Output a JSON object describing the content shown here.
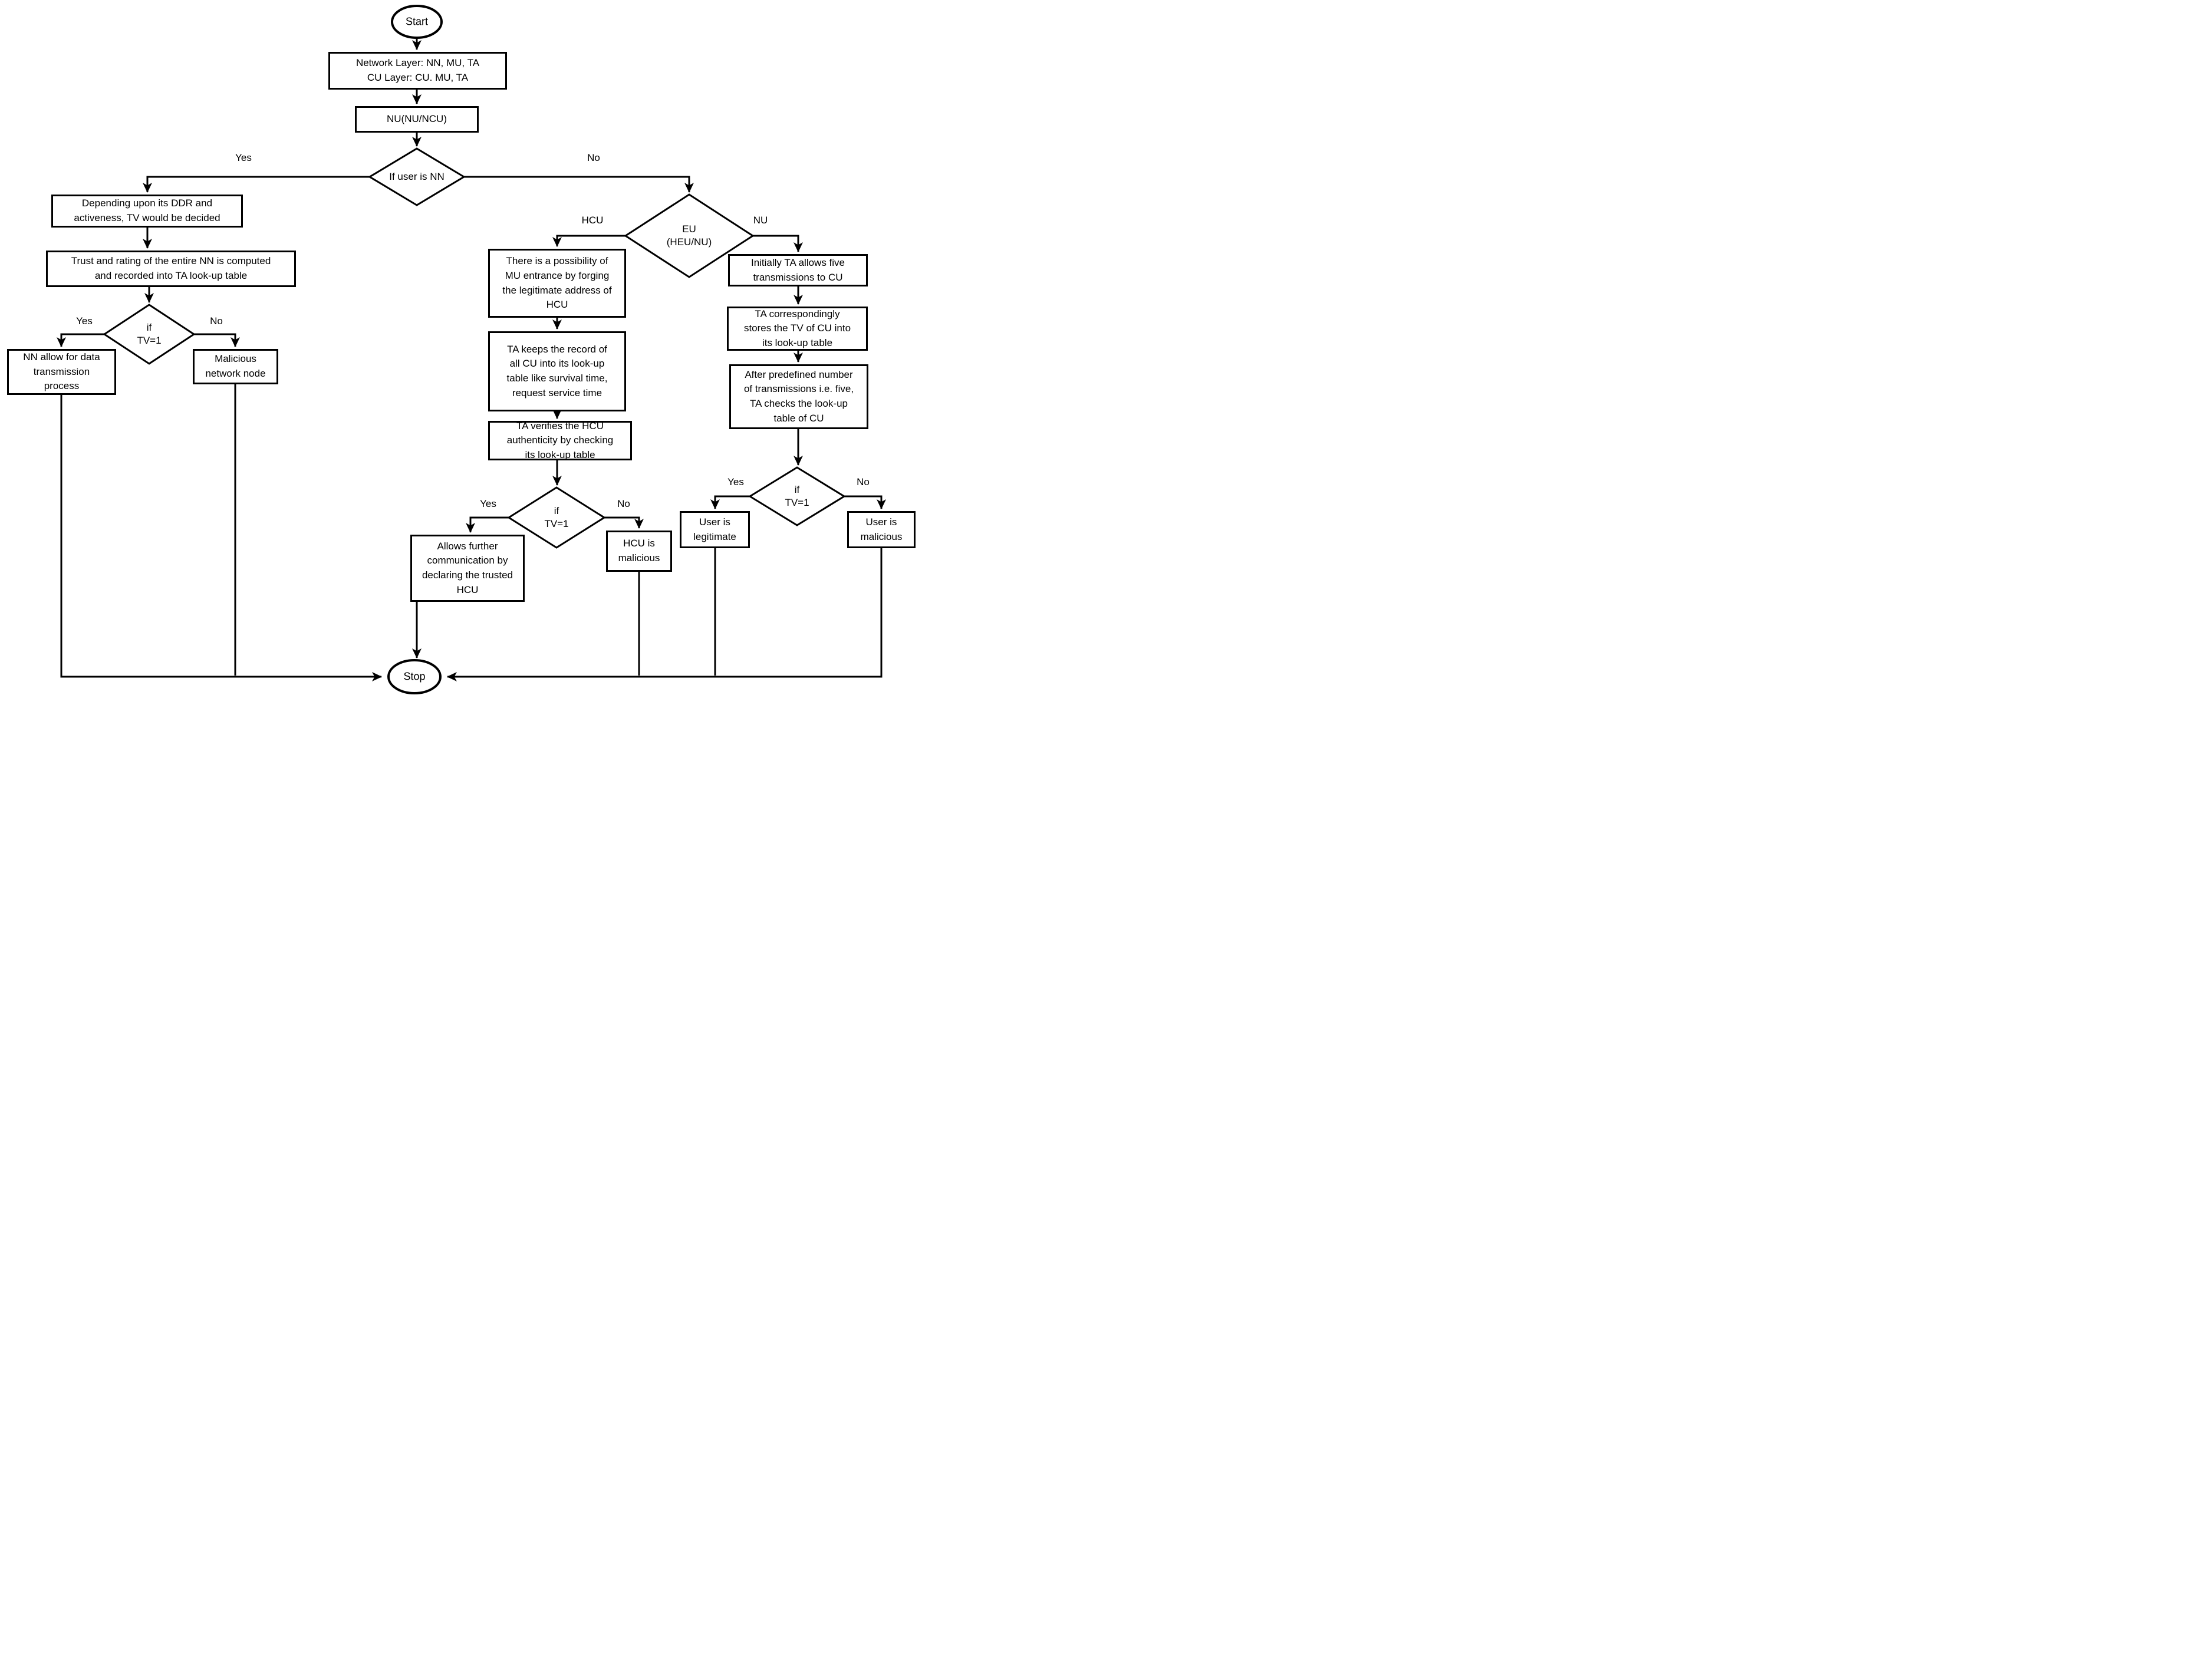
{
  "diagram": {
    "type": "flowchart",
    "colors": {
      "line": "#000000",
      "background": "#ffffff",
      "text": "#000000"
    },
    "nodes": {
      "start": "Start",
      "layers": "Network Layer: NN, MU, TA\nCU Layer: CU. MU, TA",
      "nu": "NU(NU/NCU)",
      "if_user_nn": "If user is NN",
      "depending": "Depending upon its DDR and\nactiveness, TV would be decided",
      "trust": "Trust and rating of the entire NN is computed\nand recorded into TA look-up table",
      "if_tv1_left": "if\nTV=1",
      "nn_allow": "NN allow for data\ntransmission\nprocess",
      "malicious_node": "Malicious\nnetwork node",
      "eu": "EU\n(HEU/NU)",
      "possibility": "There is a possibility of\nMU entrance by forging\nthe legitimate address of\nHCU",
      "ta_keeps": "TA keeps the record of\nall CU into its look-up\ntable like survival time,\nrequest service time",
      "ta_verifies": "TA verifies the HCU\nauthenticity by checking\nits look-up table",
      "if_tv1_mid": "if\nTV=1",
      "allows_further": "Allows further\ncommunication by\ndeclaring the trusted\nHCU",
      "hcu_malicious": "HCU is\nmalicious",
      "initially": "Initially TA allows five\ntransmissions to CU",
      "ta_stores": "TA correspondingly\nstores the TV of CU into\nits look-up table",
      "after_predefined": "After predefined number\nof transmissions i.e. five,\nTA checks the look-up\ntable of CU",
      "if_tv1_right": "if\nTV=1",
      "user_legitimate": "User is\nlegitimate",
      "user_malicious": "User is\nmalicious",
      "stop": "Stop"
    },
    "edge_labels": {
      "user_yes": "Yes",
      "user_no": "No",
      "left_yes": "Yes",
      "left_no": "No",
      "hcu": "HCU",
      "nu": "NU",
      "mid_yes": "Yes",
      "mid_no": "No",
      "right_yes": "Yes",
      "right_no": "No"
    },
    "edges": [
      {
        "from": "start",
        "to": "layers"
      },
      {
        "from": "layers",
        "to": "nu"
      },
      {
        "from": "nu",
        "to": "if_user_nn"
      },
      {
        "from": "if_user_nn",
        "to": "depending",
        "label": "Yes"
      },
      {
        "from": "depending",
        "to": "trust"
      },
      {
        "from": "trust",
        "to": "if_tv1_left"
      },
      {
        "from": "if_tv1_left",
        "to": "nn_allow",
        "label": "Yes"
      },
      {
        "from": "if_tv1_left",
        "to": "malicious_node",
        "label": "No"
      },
      {
        "from": "nn_allow",
        "to": "stop"
      },
      {
        "from": "malicious_node",
        "to": "stop"
      },
      {
        "from": "if_user_nn",
        "to": "eu",
        "label": "No"
      },
      {
        "from": "eu",
        "to": "possibility",
        "label": "HCU"
      },
      {
        "from": "possibility",
        "to": "ta_keeps"
      },
      {
        "from": "ta_keeps",
        "to": "ta_verifies"
      },
      {
        "from": "ta_verifies",
        "to": "if_tv1_mid"
      },
      {
        "from": "if_tv1_mid",
        "to": "allows_further",
        "label": "Yes"
      },
      {
        "from": "if_tv1_mid",
        "to": "hcu_malicious",
        "label": "No"
      },
      {
        "from": "allows_further",
        "to": "stop"
      },
      {
        "from": "hcu_malicious",
        "to": "stop"
      },
      {
        "from": "eu",
        "to": "initially",
        "label": "NU"
      },
      {
        "from": "initially",
        "to": "ta_stores"
      },
      {
        "from": "ta_stores",
        "to": "after_predefined"
      },
      {
        "from": "after_predefined",
        "to": "if_tv1_right"
      },
      {
        "from": "if_tv1_right",
        "to": "user_legitimate",
        "label": "Yes"
      },
      {
        "from": "if_tv1_right",
        "to": "user_malicious",
        "label": "No"
      },
      {
        "from": "user_legitimate",
        "to": "stop"
      },
      {
        "from": "user_malicious",
        "to": "stop"
      }
    ]
  }
}
